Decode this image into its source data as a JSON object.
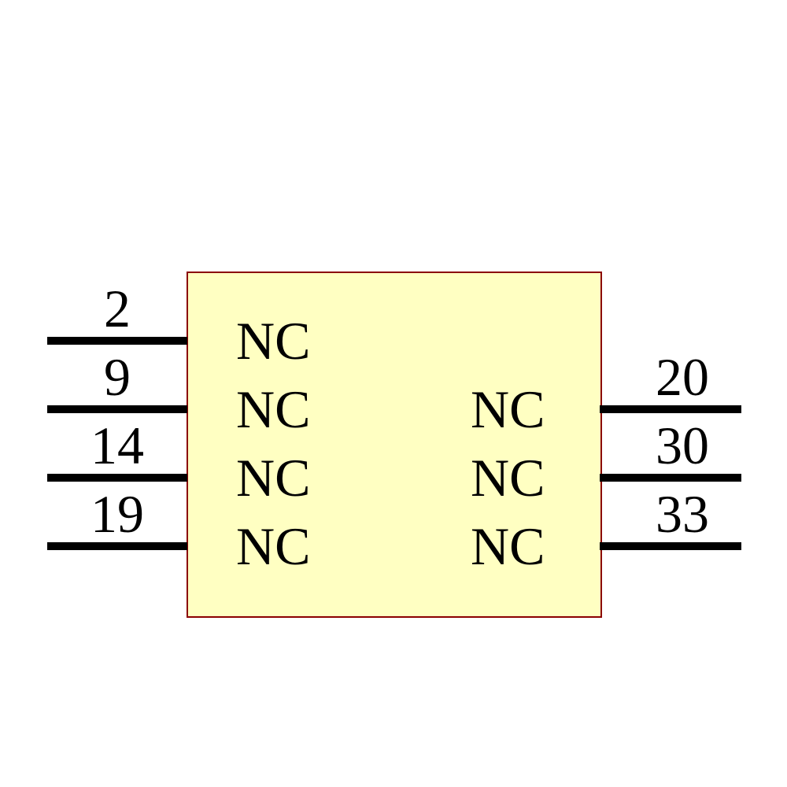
{
  "diagram": {
    "type": "schematic-symbol",
    "body_fill": "#FFFFC2",
    "body_outline_color": "#8B0000",
    "pin_color": "#000000",
    "text_color": "#000000",
    "left_pins": [
      {
        "number": "2",
        "name": "NC"
      },
      {
        "number": "9",
        "name": "NC"
      },
      {
        "number": "14",
        "name": "NC"
      },
      {
        "number": "19",
        "name": "NC"
      }
    ],
    "right_pins": [
      {
        "number": "20",
        "name": "NC"
      },
      {
        "number": "30",
        "name": "NC"
      },
      {
        "number": "33",
        "name": "NC"
      }
    ]
  }
}
